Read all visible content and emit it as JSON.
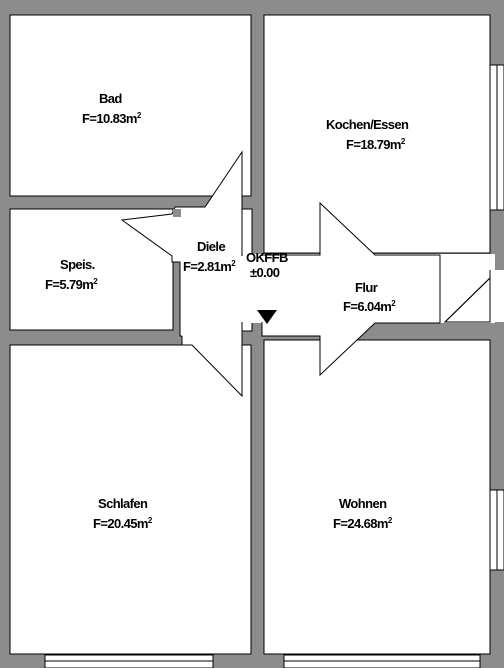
{
  "rooms": [
    {
      "id": "bad",
      "name": "Bad",
      "area": "F=10.83m",
      "unit_sup": "2"
    },
    {
      "id": "kochen",
      "name": "Kochen/Essen",
      "area": "F=18.79m",
      "unit_sup": "2"
    },
    {
      "id": "speis",
      "name": "Speis.",
      "area": "F=5.79m",
      "unit_sup": "2"
    },
    {
      "id": "diele",
      "name": "Diele",
      "area": "F=2.81m",
      "unit_sup": "2"
    },
    {
      "id": "flur",
      "name": "Flur",
      "area": "F=6.04m",
      "unit_sup": "2"
    },
    {
      "id": "schlafen",
      "name": "Schlafen",
      "area": "F=20.45m",
      "unit_sup": "2"
    },
    {
      "id": "wohnen",
      "name": "Wohnen",
      "area": "F=24.68m",
      "unit_sup": "2"
    }
  ],
  "level_marker": {
    "line1": "OKFFB",
    "line2": "±0.00"
  },
  "colors": {
    "wall": "#8c8c8c",
    "wall_outline": "#000000",
    "floor": "#ffffff",
    "marker": "#000000"
  }
}
